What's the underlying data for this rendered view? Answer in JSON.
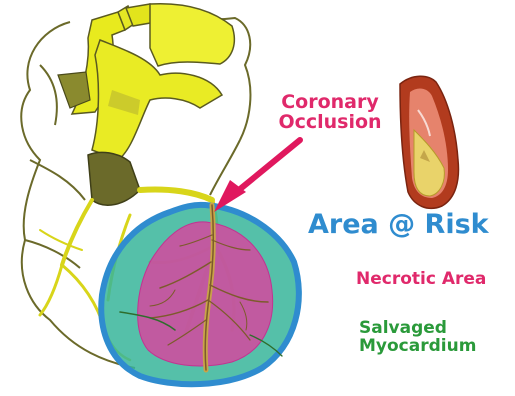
{
  "labels": {
    "occlusion_line1": "Coronary",
    "occlusion_line2": "Occlusion",
    "area_at_risk": "Area @ Risk",
    "necrotic_area": "Necrotic Area",
    "salvaged_line1": "Salvaged",
    "salvaged_line2": "Myocardium"
  },
  "colors": {
    "occlusion_text": "#e0296b",
    "area_at_risk": "#2f8ccf",
    "area_at_risk_fill": "#37b59a",
    "necrotic": "#d0338e",
    "salvaged": "#2a9a3a",
    "heart_yellow": "#e8ea1e",
    "heart_dark": "#6b6a2a",
    "arrow": "#e0185e",
    "vessel_wall": "#b23b1e"
  },
  "icons": {
    "pointer": "arrow-icon",
    "vessel": "artery-cross-section-icon"
  }
}
